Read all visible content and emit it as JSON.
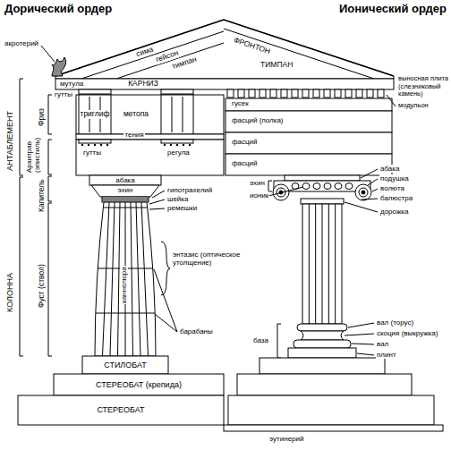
{
  "diagram": {
    "labels": [
      "Дорический ордер",
      "Ионический ордер",
      "акротерий",
      "сима",
      "гейсон",
      "тимпан",
      "ФРОНТОН",
      "ТИМПАН",
      "выносная плита (слезниковый камень)",
      "модульон",
      "мутула",
      "КАРНИЗ",
      "гутты",
      "триглиф",
      "метопа",
      "тения",
      "гутты",
      "регула",
      "АНТАБЛЕМЕНТ",
      "Фриз",
      "Архитрав (эпистиль)",
      "Капитель",
      "КОЛОННА",
      "Фуст (ствол)",
      "абака",
      "эхин",
      "гипотрахелий",
      "шейка",
      "ремешки",
      "каннелюра",
      "энтазис (оптическое утолщение)",
      "барабаны",
      "СТИЛОБАТ",
      "СТЕРЕОБАТ (крепида)",
      "СТЕРЕОБАТ",
      "гусек",
      "фасций (полка)",
      "фасций",
      "фасций",
      "абака",
      "подушка",
      "волюта",
      "балюстра",
      "эхин",
      "ионик",
      "дорожка",
      "вал (торус)",
      "скоция (выкружка)",
      "вал",
      "плинт",
      "база",
      "эутинерий"
    ]
  }
}
